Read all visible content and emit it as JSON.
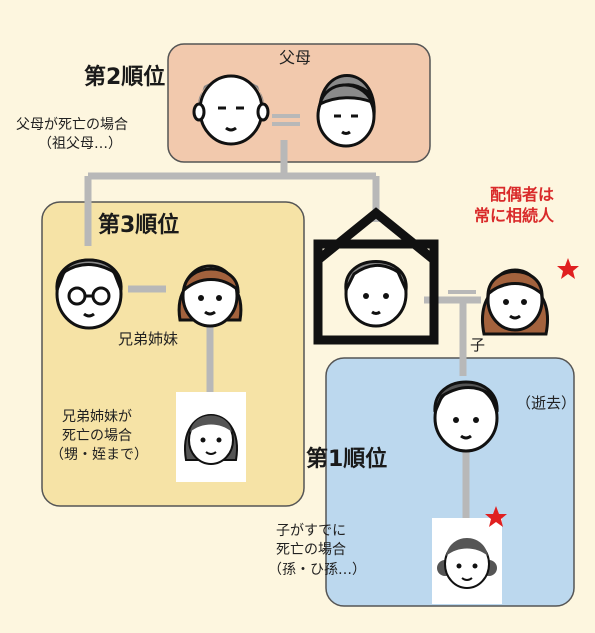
{
  "rank2": {
    "title": "第2順位",
    "label": "父母",
    "note_line1": "父母が死亡の場合",
    "note_line2": "（祖父母…）"
  },
  "rank3": {
    "title": "第3順位",
    "label": "兄弟姉妹",
    "note_line1": "兄弟姉妹が",
    "note_line2": "死亡の場合",
    "note_line3": "（甥・姪まで）"
  },
  "rank1": {
    "title": "第1順位",
    "label": "子",
    "note_line1": "子がすでに",
    "note_line2": "死亡の場合",
    "note_line3": "（孫・ひ孫…）"
  },
  "deceased": {
    "label": "（逝去）"
  },
  "spouse": {
    "note_line1": "配偶者は",
    "note_line2": "常に相続人"
  },
  "colors": {
    "rank2_box": "#f2c9ad",
    "rank3_box": "#f6e3a6",
    "rank1_box": "#bcd8ee",
    "star": "#e02020",
    "spouse_note": "#d92a2a",
    "line": "#b8b8b8",
    "hair_gray": "#8a8a8a",
    "hair_brown": "#a3623d",
    "skin": "#ffffff"
  }
}
